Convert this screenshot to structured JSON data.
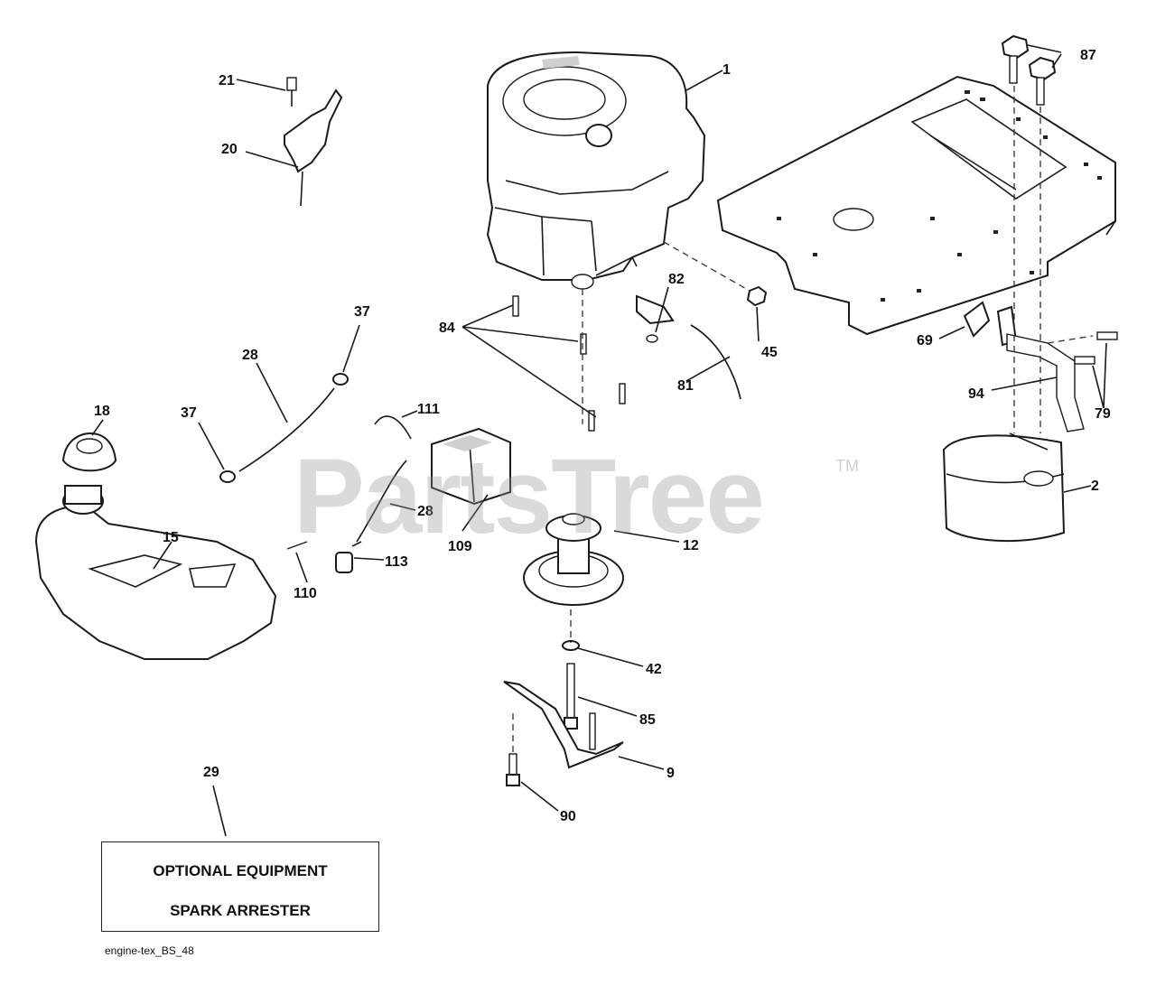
{
  "watermark": {
    "text": "PartsTree",
    "tm": "TM"
  },
  "callouts": [
    {
      "id": "c1",
      "label": "1"
    },
    {
      "id": "c87",
      "label": "87"
    },
    {
      "id": "c21",
      "label": "21"
    },
    {
      "id": "c20",
      "label": "20"
    },
    {
      "id": "c84",
      "label": "84"
    },
    {
      "id": "c82",
      "label": "82"
    },
    {
      "id": "c45",
      "label": "45"
    },
    {
      "id": "c69",
      "label": "69"
    },
    {
      "id": "c79",
      "label": "79"
    },
    {
      "id": "c94",
      "label": "94"
    },
    {
      "id": "c37a",
      "label": "37"
    },
    {
      "id": "c28a",
      "label": "28"
    },
    {
      "id": "c37b",
      "label": "37"
    },
    {
      "id": "c18",
      "label": "18"
    },
    {
      "id": "c111",
      "label": "111"
    },
    {
      "id": "c81",
      "label": "81"
    },
    {
      "id": "c2",
      "label": "2"
    },
    {
      "id": "c28b",
      "label": "28"
    },
    {
      "id": "c109",
      "label": "109"
    },
    {
      "id": "c12",
      "label": "12"
    },
    {
      "id": "c15",
      "label": "15"
    },
    {
      "id": "c113",
      "label": "113"
    },
    {
      "id": "c110",
      "label": "110"
    },
    {
      "id": "c42",
      "label": "42"
    },
    {
      "id": "c85",
      "label": "85"
    },
    {
      "id": "c9",
      "label": "9"
    },
    {
      "id": "c29",
      "label": "29"
    },
    {
      "id": "c90",
      "label": "90"
    }
  ],
  "optional_box": {
    "line1": "OPTIONAL EQUIPMENT",
    "line2": "SPARK ARRESTER"
  },
  "figure_ref": "engine-tex_BS_48"
}
